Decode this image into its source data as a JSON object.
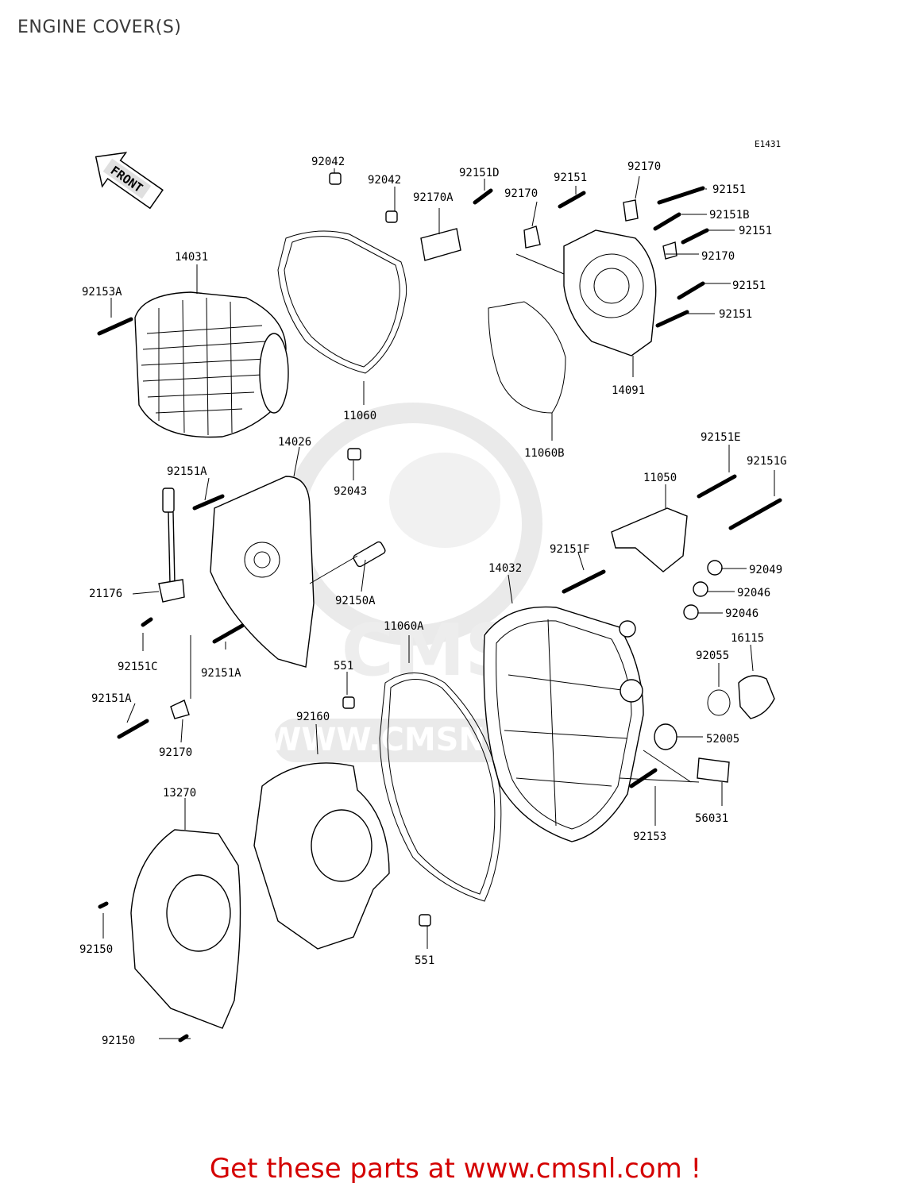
{
  "title": "ENGINE COVER(S)",
  "diagram_code": "E1431",
  "front_label": "FRONT",
  "watermark_text": "WWW.CMSNL.COM",
  "footer": "Get these parts at www.cmsnl.com !",
  "colors": {
    "footer": "#d40000",
    "watermark": "#d9d9d9",
    "lines": "#000000"
  },
  "parts": [
    {
      "id": "p-92042-a",
      "label": "92042"
    },
    {
      "id": "p-92042-b",
      "label": "92042"
    },
    {
      "id": "p-92151D",
      "label": "92151D"
    },
    {
      "id": "p-92170A",
      "label": "92170A"
    },
    {
      "id": "p-92170-a",
      "label": "92170"
    },
    {
      "id": "p-92151-a",
      "label": "92151"
    },
    {
      "id": "p-92170-b",
      "label": "92170"
    },
    {
      "id": "p-92151-b",
      "label": "92151"
    },
    {
      "id": "p-92151B",
      "label": "92151B"
    },
    {
      "id": "p-92151-c",
      "label": "92151"
    },
    {
      "id": "p-92170-c",
      "label": "92170"
    },
    {
      "id": "p-92151-d",
      "label": "92151"
    },
    {
      "id": "p-92151-e",
      "label": "92151"
    },
    {
      "id": "p-14031",
      "label": "14031"
    },
    {
      "id": "p-92153A",
      "label": "92153A"
    },
    {
      "id": "p-11060",
      "label": "11060"
    },
    {
      "id": "p-14091",
      "label": "14091"
    },
    {
      "id": "p-11060B",
      "label": "11060B"
    },
    {
      "id": "p-14026",
      "label": "14026"
    },
    {
      "id": "p-92151A-a",
      "label": "92151A"
    },
    {
      "id": "p-92043",
      "label": "92043"
    },
    {
      "id": "p-92151E",
      "label": "92151E"
    },
    {
      "id": "p-92151G",
      "label": "92151G"
    },
    {
      "id": "p-11050",
      "label": "11050"
    },
    {
      "id": "p-21176",
      "label": "21176"
    },
    {
      "id": "p-92150A",
      "label": "92150A"
    },
    {
      "id": "p-92151F",
      "label": "92151F"
    },
    {
      "id": "p-14032",
      "label": "14032"
    },
    {
      "id": "p-92049",
      "label": "92049"
    },
    {
      "id": "p-92046-a",
      "label": "92046"
    },
    {
      "id": "p-92046-b",
      "label": "92046"
    },
    {
      "id": "p-16115",
      "label": "16115"
    },
    {
      "id": "p-92151C",
      "label": "92151C"
    },
    {
      "id": "p-92151A-b",
      "label": "92151A"
    },
    {
      "id": "p-11060A",
      "label": "11060A"
    },
    {
      "id": "p-92055",
      "label": "92055"
    },
    {
      "id": "p-551-a",
      "label": "551"
    },
    {
      "id": "p-92151A-c",
      "label": "92151A"
    },
    {
      "id": "p-92170-d",
      "label": "92170"
    },
    {
      "id": "p-92160",
      "label": "92160"
    },
    {
      "id": "p-52005",
      "label": "52005"
    },
    {
      "id": "p-13270",
      "label": "13270"
    },
    {
      "id": "p-56031",
      "label": "56031"
    },
    {
      "id": "p-92153",
      "label": "92153"
    },
    {
      "id": "p-92150-a",
      "label": "92150"
    },
    {
      "id": "p-551-b",
      "label": "551"
    },
    {
      "id": "p-92150-b",
      "label": "92150"
    }
  ]
}
